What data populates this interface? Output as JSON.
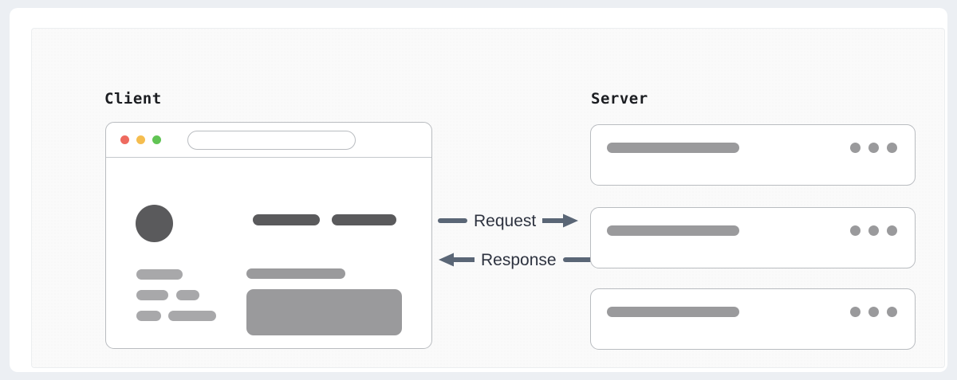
{
  "diagram": {
    "title": "Client Server Request Response Diagram",
    "background_color": "#eceff3",
    "card_color": "#ffffff",
    "panel_color": "#fafafa"
  },
  "client": {
    "label": "Client",
    "browser": {
      "traffic_lights": [
        {
          "name": "close",
          "color": "#ee6a5f"
        },
        {
          "name": "minimize",
          "color": "#f5bd4f"
        },
        {
          "name": "maximize",
          "color": "#61c454"
        }
      ],
      "url_value": "",
      "url_placeholder": ""
    },
    "content": {
      "avatar_color": "#5a5a5c",
      "nav_items": [
        {
          "name": "nav-item-1",
          "color": "#5a5a5c"
        },
        {
          "name": "nav-item-2",
          "color": "#5a5a5c"
        }
      ],
      "sidebar_lines": [
        {
          "name": "sidebar-line-1",
          "color": "#a8a8aa"
        },
        {
          "name": "sidebar-line-2a",
          "color": "#a8a8aa"
        },
        {
          "name": "sidebar-line-2b",
          "color": "#a8a8aa"
        },
        {
          "name": "sidebar-line-3a",
          "color": "#a8a8aa"
        },
        {
          "name": "sidebar-line-3b",
          "color": "#a8a8aa"
        }
      ],
      "main_heading_color": "#9a9a9c",
      "main_block_color": "#9a9a9c"
    }
  },
  "server": {
    "label": "Server",
    "racks": [
      {
        "name": "rack-unit-1",
        "bar_color": "#9a9a9c",
        "dot_count": 3
      },
      {
        "name": "rack-unit-2",
        "bar_color": "#9a9a9c",
        "dot_count": 3
      },
      {
        "name": "rack-unit-3",
        "bar_color": "#9a9a9c",
        "dot_count": 3
      }
    ]
  },
  "flows": {
    "request": {
      "label": "Request",
      "direction": "right",
      "color": "#5a6676"
    },
    "response": {
      "label": "Response",
      "direction": "left",
      "color": "#5a6676"
    }
  }
}
